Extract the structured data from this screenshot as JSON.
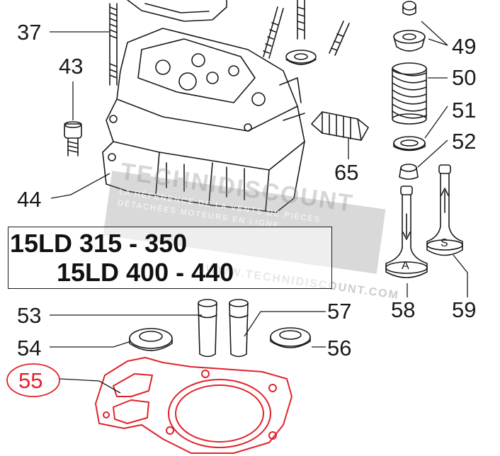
{
  "callouts": {
    "p37": "37",
    "p43": "43",
    "p44": "44",
    "p49": "49",
    "p50": "50",
    "p51": "51",
    "p52": "52",
    "p53": "53",
    "p54": "54",
    "p55": "55",
    "p56": "56",
    "p57": "57",
    "p58": "58",
    "p59": "59",
    "p65": "65"
  },
  "models": {
    "line1": "15LD 315 - 350",
    "line2": "15LD 400 - 440"
  },
  "valve_marks": {
    "intake": "A",
    "exhaust": "S"
  },
  "watermark": {
    "brand": "TECHNIDISCOUNT",
    "tagline1": "LA RÉFÉRENCE DE LA VENTE DE PIÈCES",
    "tagline2": "DÉTACHÉES MOTEURS EN LIGNE",
    "url": "WWW.TECHNIDISCOUNT.COM"
  },
  "colors": {
    "line": "#1a1a1a",
    "highlight": "#e0222a",
    "watermark": "#8a8a8a"
  }
}
